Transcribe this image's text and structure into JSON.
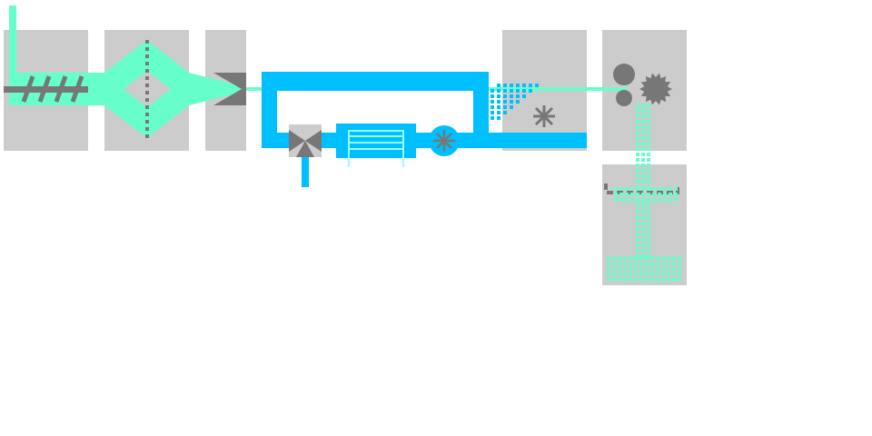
{
  "diagram": {
    "colors": {
      "background": "#ffffff",
      "panel": "#cccccc",
      "material": "#66ffcc",
      "cooling": "#00bfff",
      "cooling_light": "#99ffff",
      "mechanism": "#777777"
    },
    "stages": [
      {
        "id": "feed-screw",
        "icon": "screw-icon"
      },
      {
        "id": "die-head",
        "icon": "diamond-die-icon"
      },
      {
        "id": "nozzle",
        "icon": "taper-nozzle-icon"
      },
      {
        "id": "spray-chamber",
        "icon": "spray-icon"
      },
      {
        "id": "roller-stage",
        "icon": "roller-gear-icon"
      },
      {
        "id": "collection-stage",
        "icon": "collector-icon"
      }
    ],
    "cooling_loop": {
      "components": [
        {
          "id": "three-way-valve",
          "icon": "valve-icon"
        },
        {
          "id": "heat-exchanger",
          "icon": "heat-exchanger-icon"
        },
        {
          "id": "circulation-pump",
          "icon": "pump-icon"
        }
      ]
    }
  }
}
